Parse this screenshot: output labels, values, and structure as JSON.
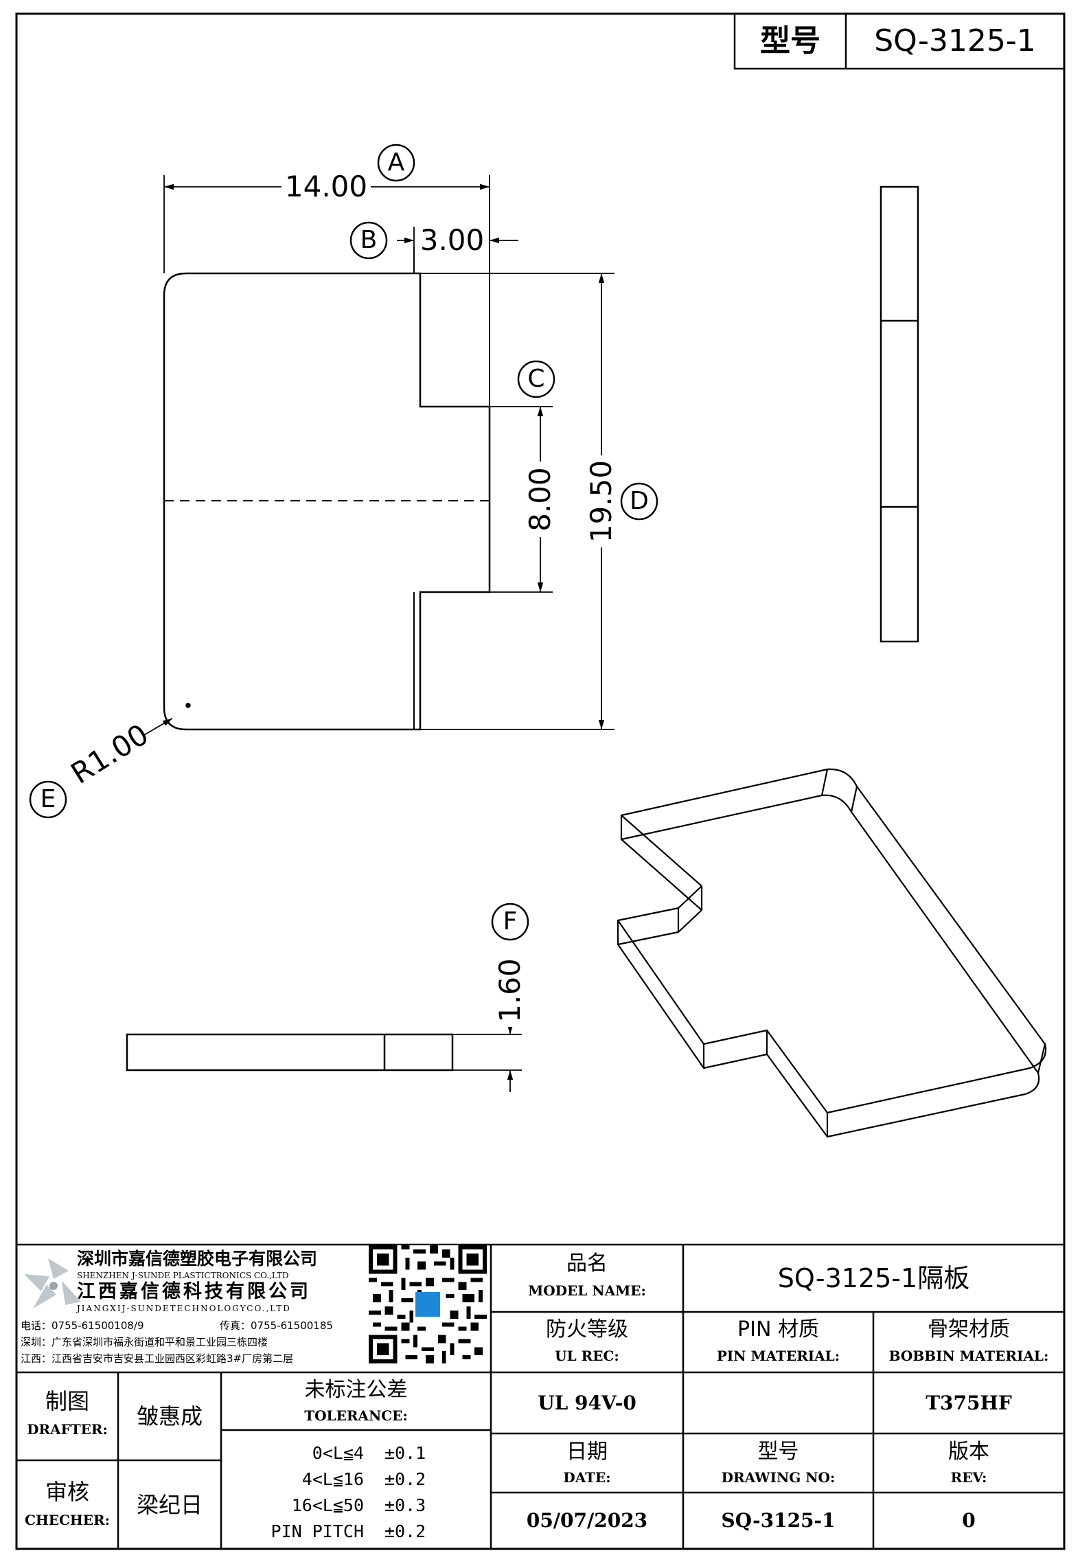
{
  "header": {
    "label": "型号",
    "model": "SQ-3125-1"
  },
  "dimensions": {
    "a": {
      "value": "14.00",
      "ref": "A"
    },
    "b": {
      "value": "3.00",
      "ref": "B"
    },
    "c": {
      "value": "8.00",
      "ref": "C"
    },
    "d": {
      "value": "19.50",
      "ref": "D"
    },
    "e": {
      "value": "R1.00",
      "ref": "E"
    },
    "f": {
      "value": "1.60",
      "ref": "F"
    }
  },
  "company": {
    "name_sz": "深圳市嘉信德塑胶电子有限公司",
    "name_sz_en": "SHENZHEN J-SUNDE PLASTICTRONICS CO.,LTD",
    "name_jx": "江西嘉信德科技有限公司",
    "name_jx_en": "JIANGXIJ-SUNDETECHNOLOGYCO.,LTD",
    "phone": "电话：0755-61500108/9",
    "fax": "传真：0755-61500185",
    "addr_sz": "深圳：广东省深圳市福永街道和平和景工业园三栋四楼",
    "addr_jx": "江西：江西省吉安市吉安县工业园西区彩虹路3#厂房第二层"
  },
  "title_block": {
    "model_name_cn": "品名",
    "model_name_en": "MODEL NAME:",
    "model_name_value": "SQ-3125-1隔板",
    "ul_cn": "防火等级",
    "ul_en": "UL REC:",
    "ul_value": "UL 94V-0",
    "pin_cn": "PIN 材质",
    "pin_en": "PIN MATERIAL:",
    "pin_value": "",
    "bobbin_cn": "骨架材质",
    "bobbin_en": "BOBBIN MATERIAL:",
    "bobbin_value": "T375HF",
    "drafter_cn": "制图",
    "drafter_en": "DRAFTER:",
    "drafter_value": "皱惠成",
    "checker_cn": "审核",
    "checker_en": "CHECHER:",
    "checker_value": "梁纪日",
    "tol_cn": "未标注公差",
    "tol_en": "TOLERANCE:",
    "tolerances": [
      {
        "range": "0<L≦4",
        "value": "±0.1"
      },
      {
        "range": "4<L≦16",
        "value": "±0.2"
      },
      {
        "range": "16<L≦50",
        "value": "±0.3"
      },
      {
        "range": "PIN PITCH",
        "value": "±0.2"
      }
    ],
    "date_cn": "日期",
    "date_en": "DATE:",
    "date_value": "05/07/2023",
    "drawing_cn": "型号",
    "drawing_en": "DRAWING NO:",
    "drawing_value": "SQ-3125-1",
    "rev_cn": "版本",
    "rev_en": "REV:",
    "rev_value": "0"
  }
}
